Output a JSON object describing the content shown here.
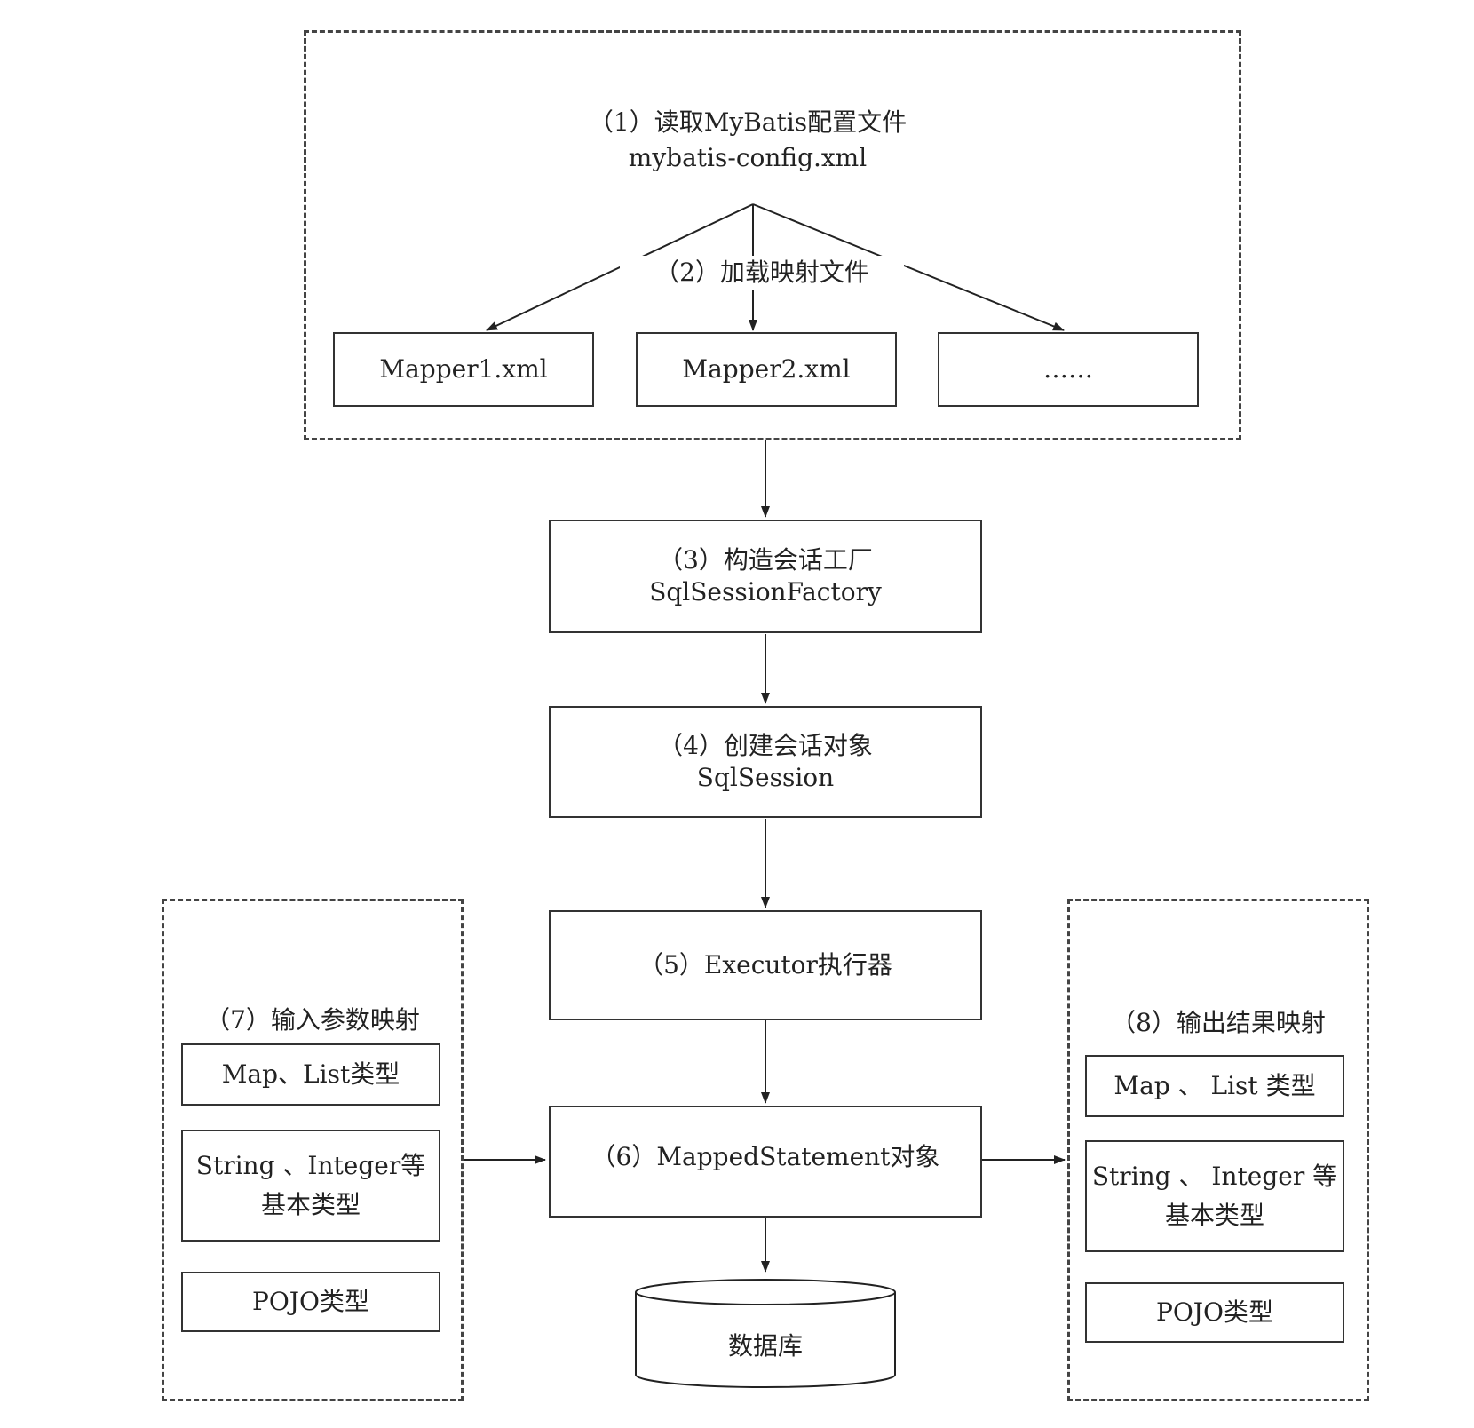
{
  "config": {
    "title": "（1）读取MyBatis配置文件",
    "file": "mybatis-config.xml",
    "load_label": "（2）加载映射文件",
    "mappers": [
      "Mapper1.xml",
      "Mapper2.xml",
      "……"
    ]
  },
  "factory": {
    "line1": "（3）构造会话工厂",
    "line2": "SqlSessionFactory"
  },
  "session": {
    "line1": "（4）创建会话对象",
    "line2": "SqlSession"
  },
  "executor": {
    "label": "（5）Executor执行器"
  },
  "mapped": {
    "label": "（6）MappedStatement对象"
  },
  "database": {
    "label": "数据库"
  },
  "input": {
    "title": "（7）输入参数映射",
    "items": [
      {
        "line1": "Map、List类型",
        "line2": ""
      },
      {
        "line1": "String 、Integer等",
        "line2": "基本类型"
      },
      {
        "line1": "POJO类型",
        "line2": ""
      }
    ]
  },
  "output": {
    "title": "（8）输出结果映射",
    "items": [
      {
        "line1": "Map 、 List 类型",
        "line2": ""
      },
      {
        "line1": "String 、 Integer 等",
        "line2": "基本类型"
      },
      {
        "line1": "POJO类型",
        "line2": ""
      }
    ]
  }
}
